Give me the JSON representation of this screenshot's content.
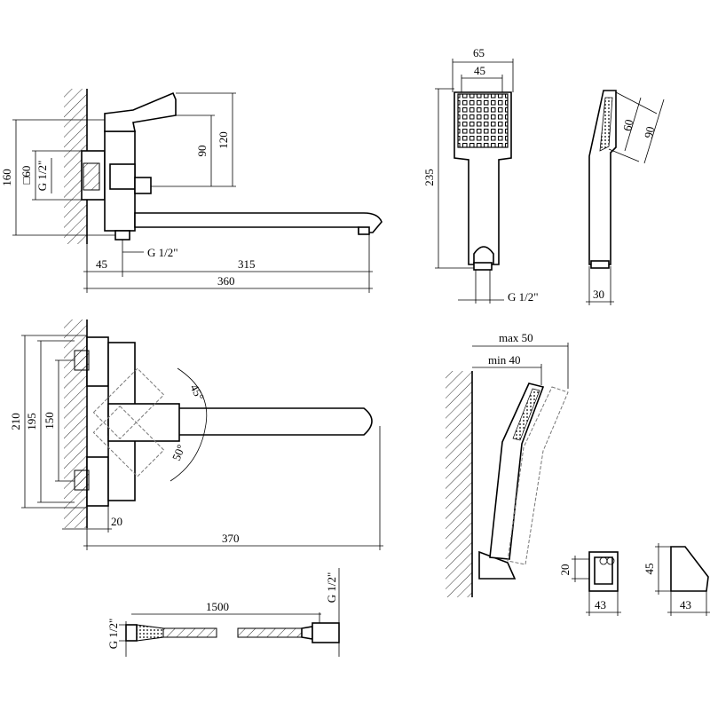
{
  "dimensions": {
    "d160": "160",
    "d60sq": "□60",
    "g12_left": "G 1/2\"",
    "d90": "90",
    "d120": "120",
    "g12_spout": "G 1/2\"",
    "d45": "45",
    "d315": "315",
    "d360": "360",
    "d65": "65",
    "d45b": "45",
    "d235": "235",
    "g12_head": "G 1/2\"",
    "d60": "60",
    "d90b": "90",
    "d30": "30",
    "d210": "210",
    "d195": "195",
    "d150": "150",
    "a45": "45°",
    "a50": "50°",
    "d20": "20",
    "d370": "370",
    "dmax50": "max 50",
    "dmin40": "min 40",
    "d20b": "20",
    "d43a": "43",
    "d45c": "45",
    "d43b": "43",
    "d1500": "1500",
    "g12_hose_left": "G 1/2\"",
    "g12_hose_right": "G 1/2\""
  }
}
